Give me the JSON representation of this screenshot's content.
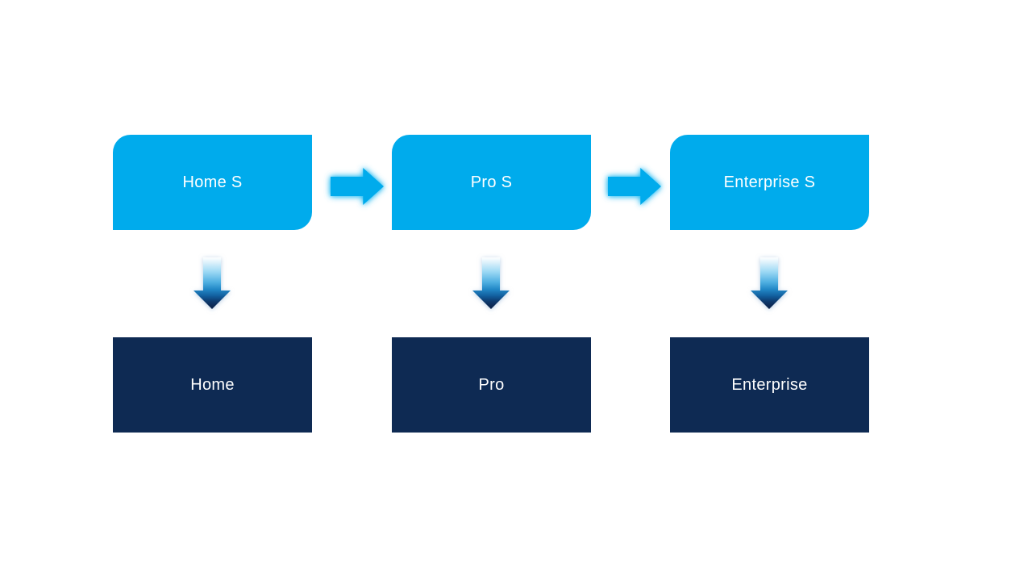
{
  "colors": {
    "primary": "#00ABEC",
    "dark": "#0E2A53",
    "background": "#FFFFFF",
    "label_text": "#FFFFFF",
    "down_arrow_gradient_top": "#FEFFFF",
    "down_arrow_gradient_mid": "#2187C6",
    "down_arrow_gradient_bottom": "#0B2348"
  },
  "icons": {
    "right_arrow": "block-right-arrow",
    "down_arrow": "block-down-arrow-gradient"
  },
  "flow": {
    "top_row": {
      "items": [
        {
          "label": "Home S"
        },
        {
          "label": "Pro S"
        },
        {
          "label": "Enterprise S"
        }
      ]
    },
    "bottom_row": {
      "items": [
        {
          "label": "Home"
        },
        {
          "label": "Pro"
        },
        {
          "label": "Enterprise"
        }
      ]
    }
  }
}
